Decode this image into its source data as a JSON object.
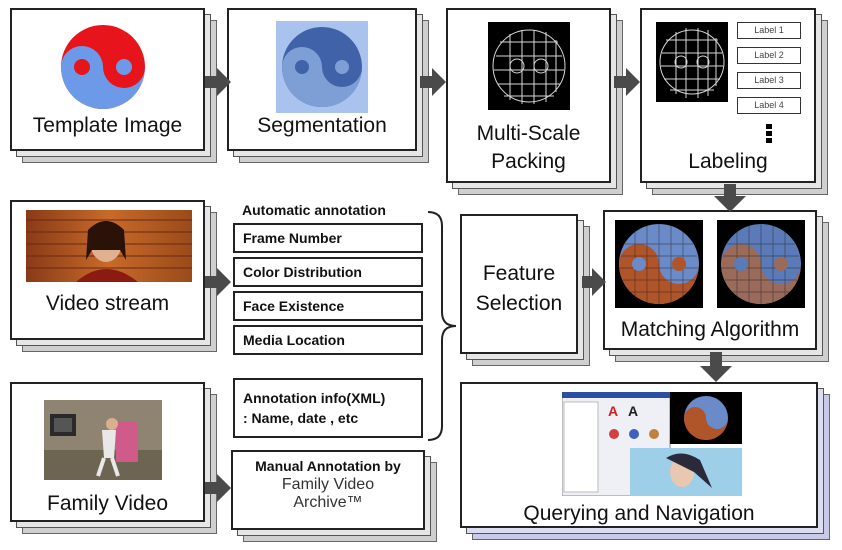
{
  "template": {
    "label": "Template Image"
  },
  "segmentation": {
    "label": "Segmentation"
  },
  "packing": {
    "label_line1": "Multi-Scale",
    "label_line2": "Packing"
  },
  "labeling": {
    "label": "Labeling",
    "labels": [
      "Label 1",
      "Label 2",
      "Label 3",
      "Label 4"
    ]
  },
  "video_stream": {
    "label": "Video stream"
  },
  "family_video": {
    "label": "Family Video"
  },
  "automatic": {
    "heading": "Automatic annotation",
    "items": [
      "Frame Number",
      "Color Distribution",
      "Face Existence",
      "Media Location"
    ]
  },
  "annotation_info": {
    "line1": "Annotation info(XML)",
    "line2": ": Name, date , etc"
  },
  "manual": {
    "line1": "Manual Annotation by",
    "line2": "Family Video",
    "line3": "Archive™"
  },
  "feature": {
    "line1": "Feature",
    "line2": "Selection"
  },
  "matching": {
    "label": "Matching Algorithm"
  },
  "querying": {
    "label": "Querying and Navigation"
  },
  "colors": {
    "red": "#e8141c",
    "blue": "#6c9ae8",
    "seg_blue": "#3f62a8",
    "arrow": "#4a4a4a",
    "query_bg": "#c9c9e8"
  }
}
